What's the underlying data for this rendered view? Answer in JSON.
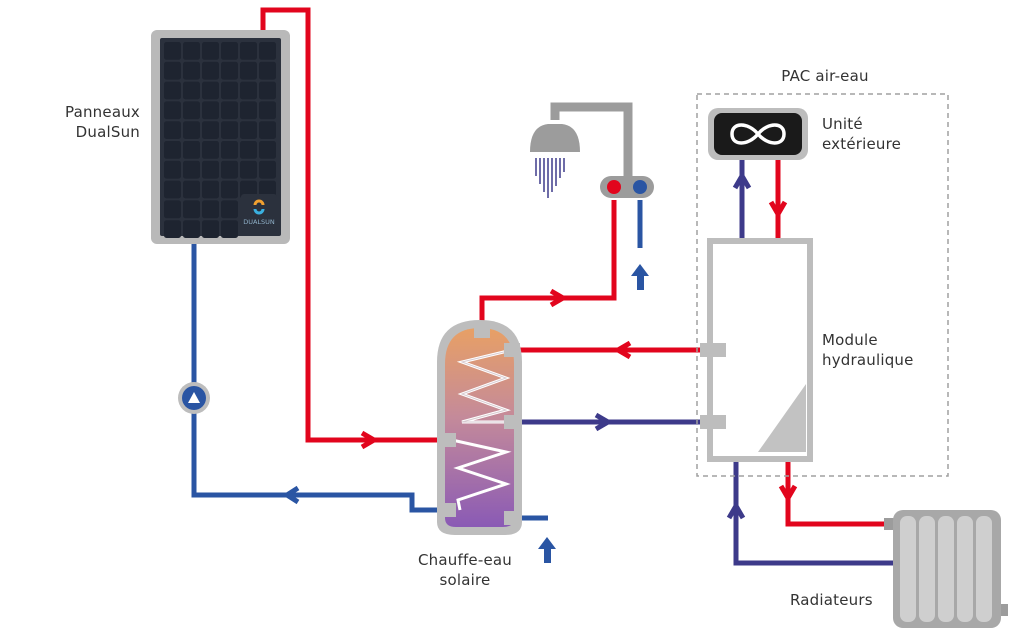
{
  "labels": {
    "panels_line1": "Panneaux",
    "panels_line2": "DualSun",
    "pac_title": "PAC air-eau",
    "outdoor_line1": "Unité",
    "outdoor_line2": "extérieure",
    "module_line1": "Module",
    "module_line2": "hydraulique",
    "tank_line1": "Chauffe-eau",
    "tank_line2": "solaire",
    "radiators": "Radiateurs",
    "logo_text": "DUALSUN"
  },
  "colors": {
    "hot": "#e2051d",
    "cold": "#2a55a3",
    "return": "#3d3a8a",
    "frame": "#bdbdbd",
    "panel_cell": "#1e2430"
  }
}
